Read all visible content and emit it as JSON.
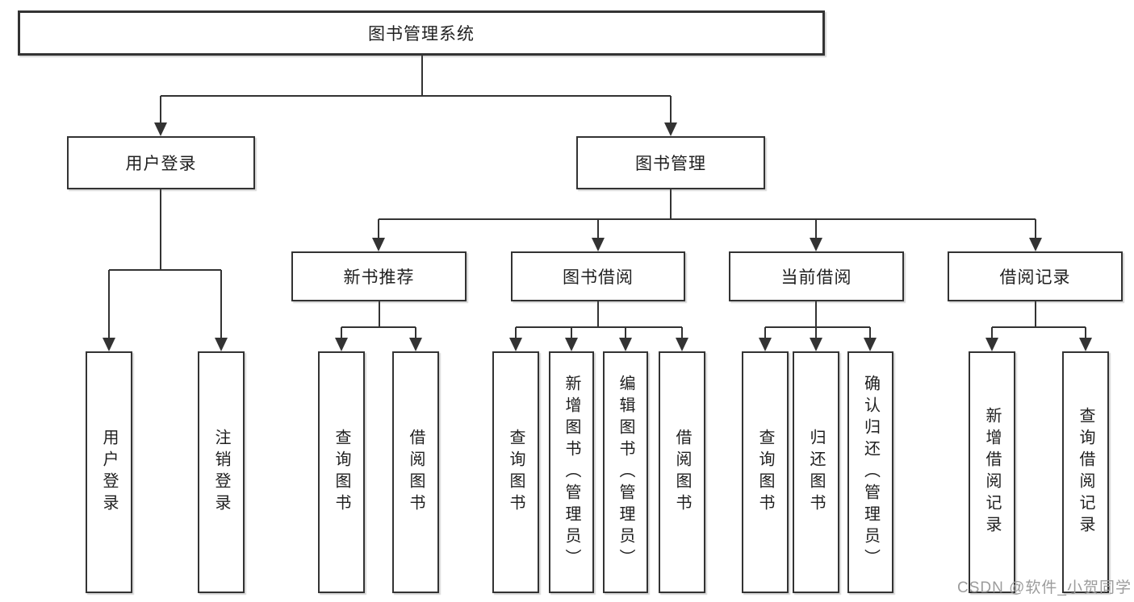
{
  "diagram": {
    "title": "图书管理系统",
    "branches": [
      {
        "label": "用户登录",
        "children": [
          {
            "label": "用户登录"
          },
          {
            "label": "注销登录"
          }
        ]
      },
      {
        "label": "图书管理",
        "children": [
          {
            "label": "新书推荐",
            "children": [
              {
                "label": "查询图书"
              },
              {
                "label": "借阅图书"
              }
            ]
          },
          {
            "label": "图书借阅",
            "children": [
              {
                "label": "查询图书"
              },
              {
                "label": "新增图书（管理员）"
              },
              {
                "label": "编辑图书（管理员）"
              },
              {
                "label": "借阅图书"
              }
            ]
          },
          {
            "label": "当前借阅",
            "children": [
              {
                "label": "查询图书"
              },
              {
                "label": "归还图书"
              },
              {
                "label": "确认归还（管理员）"
              }
            ]
          },
          {
            "label": "借阅记录",
            "children": [
              {
                "label": "新增借阅记录"
              },
              {
                "label": "查询借阅记录"
              }
            ]
          }
        ]
      }
    ]
  },
  "watermark": {
    "text": "CSDN @软件_小贺同学"
  },
  "colors": {
    "line": "#333333",
    "box_border": "#333333",
    "text": "#1f1f1f",
    "background": "#ffffff",
    "watermark": "#9c9c9c"
  }
}
